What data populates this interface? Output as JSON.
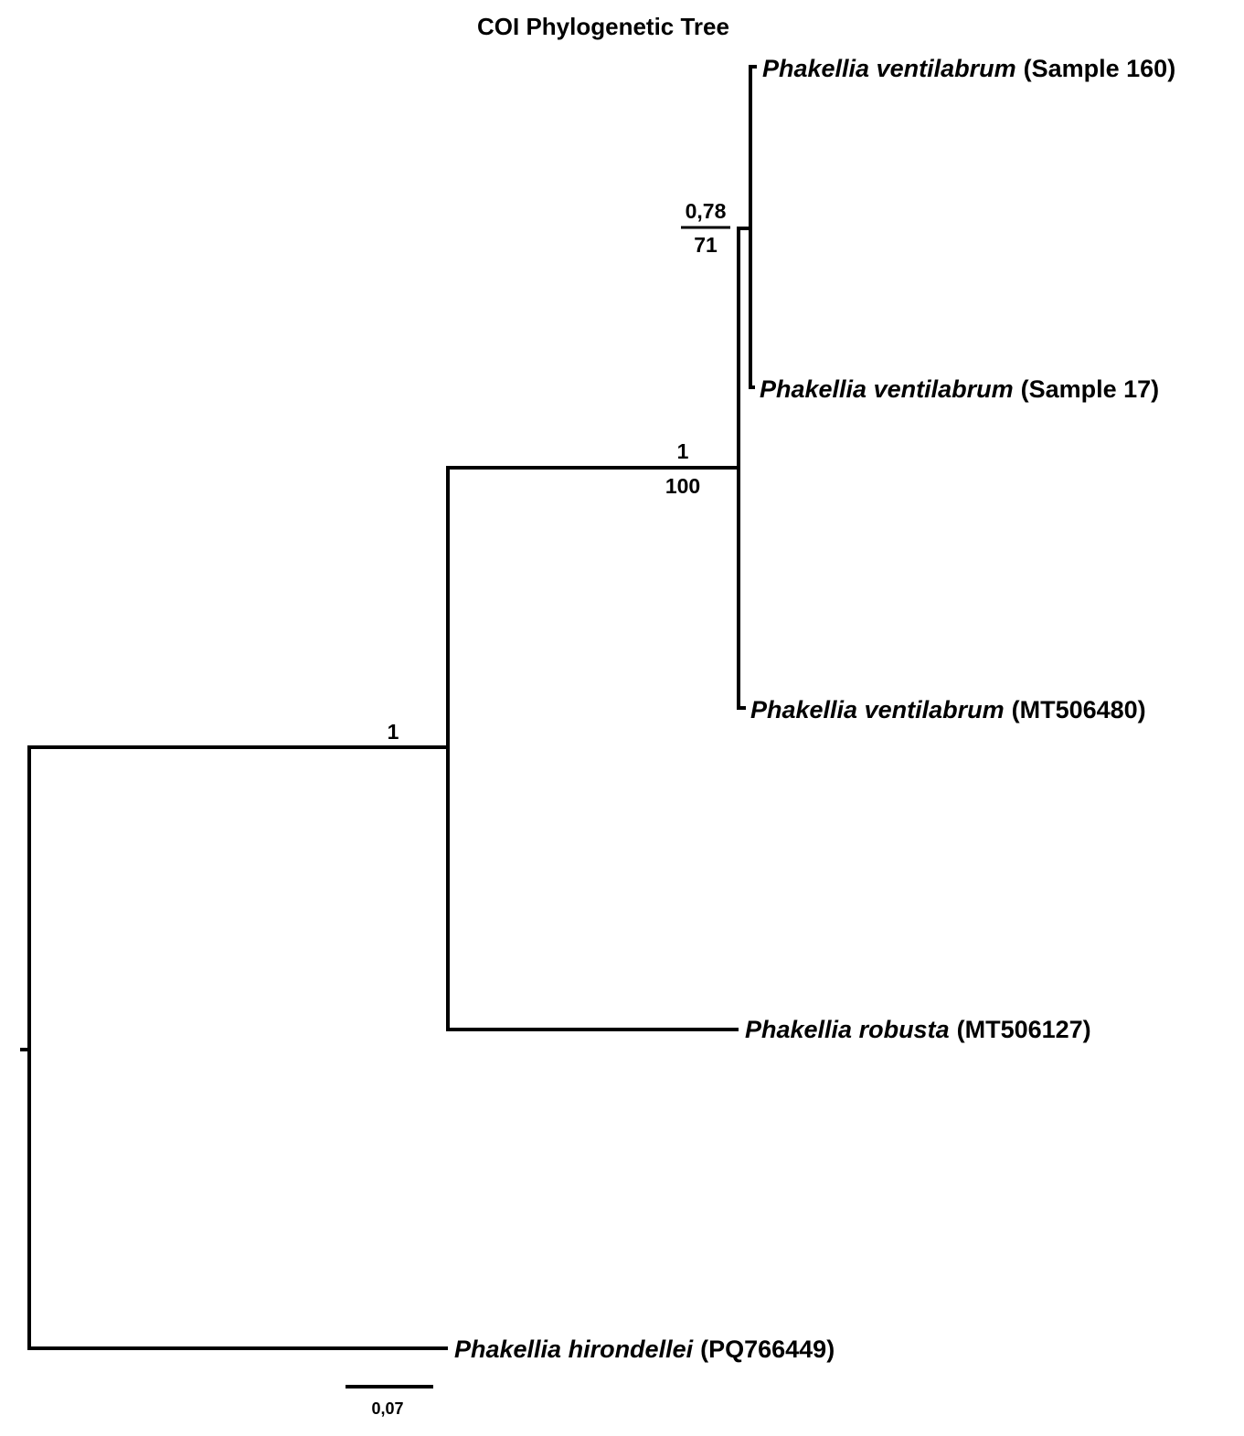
{
  "title": "COI Phylogenetic Tree",
  "taxa": [
    {
      "species": "Phakellia ventilabrum",
      "id": "(Sample 160)"
    },
    {
      "species": "Phakellia ventilabrum",
      "id": "(Sample 17)"
    },
    {
      "species": "Phakellia ventilabrum",
      "id": "(MT506480)"
    },
    {
      "species": "Phakellia robusta",
      "id": "(MT506127)"
    },
    {
      "species": "Phakellia hirondellei",
      "id": "(PQ766449)"
    }
  ],
  "support": {
    "node_sample160_sample17": {
      "posterior": "0,78",
      "bootstrap": "71"
    },
    "node_ventilabrum": {
      "posterior": "1",
      "bootstrap": "100"
    },
    "node_ventilabrum_robusta": {
      "posterior": "1"
    }
  },
  "scale_bar": {
    "label": "0,07",
    "value": 0.07
  },
  "colors": {
    "line": "#000000",
    "text": "#111111",
    "background": "#ffffff"
  }
}
